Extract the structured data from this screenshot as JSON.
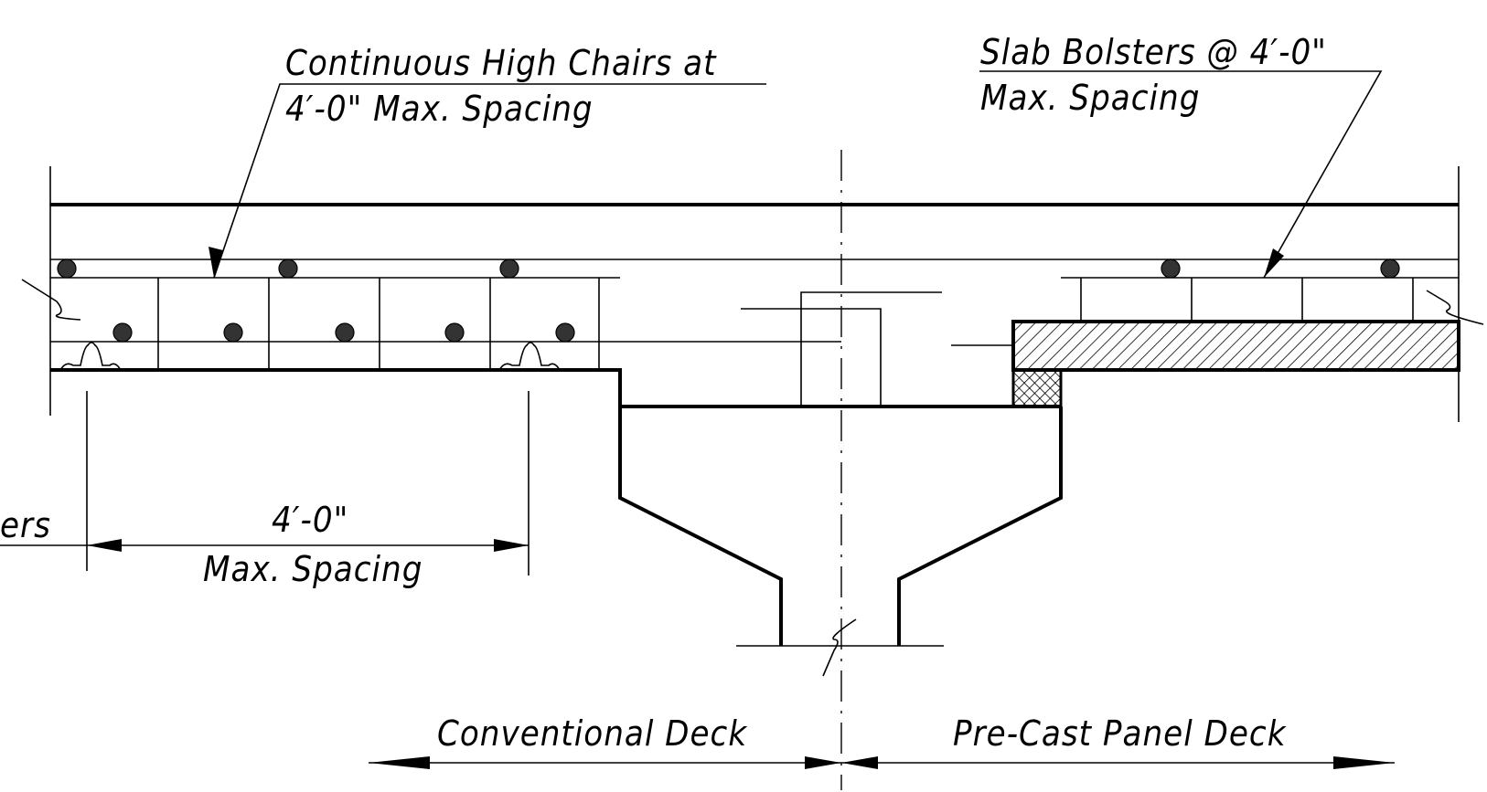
{
  "labels": {
    "high_chairs_line1": "Continuous High Chairs at",
    "high_chairs_line2": "4′-0\" Max. Spacing",
    "slab_bolsters_line1": "Slab Bolsters @ 4′-0\"",
    "slab_bolsters_line2": "Max. Spacing",
    "cut_off_left": "ers",
    "dim_value": "4′-0\"",
    "dim_caption": "Max. Spacing",
    "conventional_deck": "Conventional Deck",
    "precast_panel_deck": "Pre-Cast Panel Deck"
  },
  "colors": {
    "ink": "#000000",
    "rebar_fill": "#333333",
    "background": "#ffffff"
  }
}
